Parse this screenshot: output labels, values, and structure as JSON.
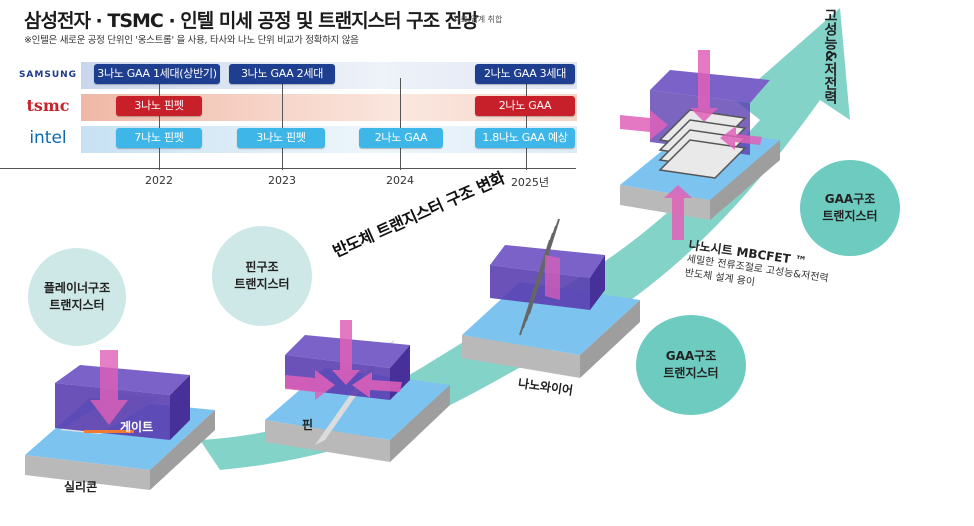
{
  "header": {
    "title": "삼성전자 · TSMC · 인텔 미세 공정 및 트랜지스터 구조 전망",
    "source": "자료:업계 취합",
    "note": "※인텔은 새로운 공정 단위인 '옹스트롬' 을 사용, 타사와 나노 단위 비교가 정확하지 않음"
  },
  "timeline": {
    "brands": {
      "samsung": "SAMSUNG",
      "tsmc": "tsmc",
      "intel": "intel"
    },
    "years": [
      "2022",
      "2023",
      "2024",
      "2025년"
    ],
    "samsung": [
      "3나노 GAA 1세대(상반기)",
      "3나노 GAA 2세대",
      "2나노 GAA 3세대"
    ],
    "tsmc": [
      "3나노 핀펫",
      "2나노 GAA"
    ],
    "intel": [
      "7나노 핀펫",
      "3나노 핀펫",
      "2나노 GAA",
      "1.8나노 GAA 예상"
    ],
    "colors": {
      "samsung": "#1e3f8f",
      "tsmc": "#c8202a",
      "intel": "#3fb6e8"
    }
  },
  "diagram": {
    "heading": "반도체 트랜지스터 구조 변화",
    "arrow_label": "고성능&저전력",
    "stages": [
      {
        "bubble": [
          "플레이너구조",
          "트랜지스터"
        ],
        "labels": [
          "게이트",
          "실리콘"
        ]
      },
      {
        "bubble": [
          "핀구조",
          "트랜지스터"
        ],
        "labels": [
          "핀"
        ]
      },
      {
        "bubble": [
          "GAA구조",
          "트랜지스터"
        ],
        "labels": [
          "나노와이어"
        ]
      },
      {
        "bubble": [
          "GAA구조",
          "트랜지스터"
        ],
        "labels": []
      }
    ],
    "mbcfet": {
      "title": "나노시트 MBCFET ™",
      "desc1": "세밀한 전류조절로 고성능&저전력",
      "desc2": "반도체 설계 용이"
    },
    "colors": {
      "arrow": "#6ecbc0",
      "gate": "#5a3fb0",
      "substrate": "#6fb8ec",
      "silicon": "#c9c9c9",
      "force": "#e060b8"
    }
  }
}
